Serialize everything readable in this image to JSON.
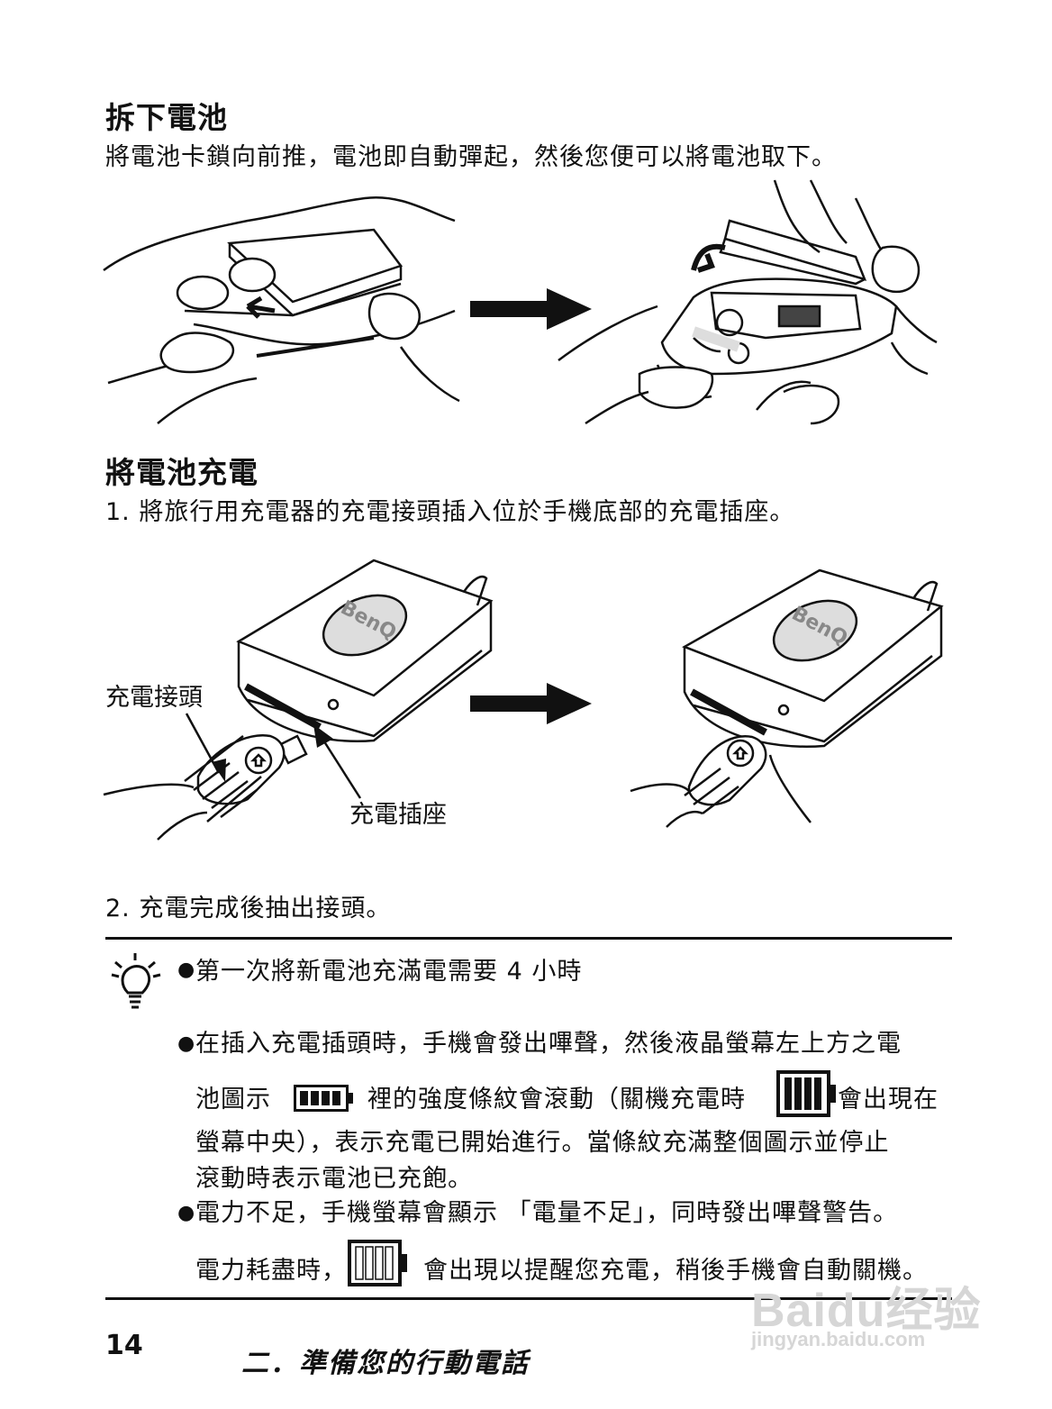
{
  "section1": {
    "heading": "拆下電池",
    "body": "將電池卡鎖向前推，電池即自動彈起，然後您便可以將電池取下。"
  },
  "section2": {
    "heading": "將電池充電",
    "step1": "1. 將旅行用充電器的充電接頭插入位於手機底部的充電插座。",
    "label_connector": "充電接頭",
    "label_socket": "充電插座",
    "step2": "2. 充電完成後抽出接頭。"
  },
  "brand_logo": "BenQ",
  "battery_brand": "BenQ",
  "tips": {
    "tip1": "第一次將新電池充滿電需要 4 小時",
    "tip2_line1": "在插入充電插頭時，手機會發出嗶聲，然後液晶螢幕左上方之電",
    "tip2_line2a": "池圖示",
    "tip2_line2b": "裡的強度條紋會滾動（關機充電時",
    "tip2_line2c": "會出現在",
    "tip2_line3": "螢幕中央），表示充電已開始進行。當條紋充滿整個圖示並停止",
    "tip2_line4": "滾動時表示電池已充飽。",
    "tip3_line1": "電力不足，手機螢幕會顯示 「電量不足」，同時發出嗶聲警告。",
    "tip3_line2a": "電力耗盡時，",
    "tip3_line2b": "會出現以提醒您充電，稍後手機會自動關機。"
  },
  "footer": {
    "page_number": "14",
    "chapter_title": "二．準備您的行動電話"
  },
  "watermark": {
    "logo": "Baidu经验",
    "url": "jingyan.baidu.com"
  },
  "icons": [
    "lightbulb-tip-icon",
    "battery-small-icon",
    "battery-large-icon",
    "battery-empty-icon",
    "right-arrow-icon"
  ]
}
